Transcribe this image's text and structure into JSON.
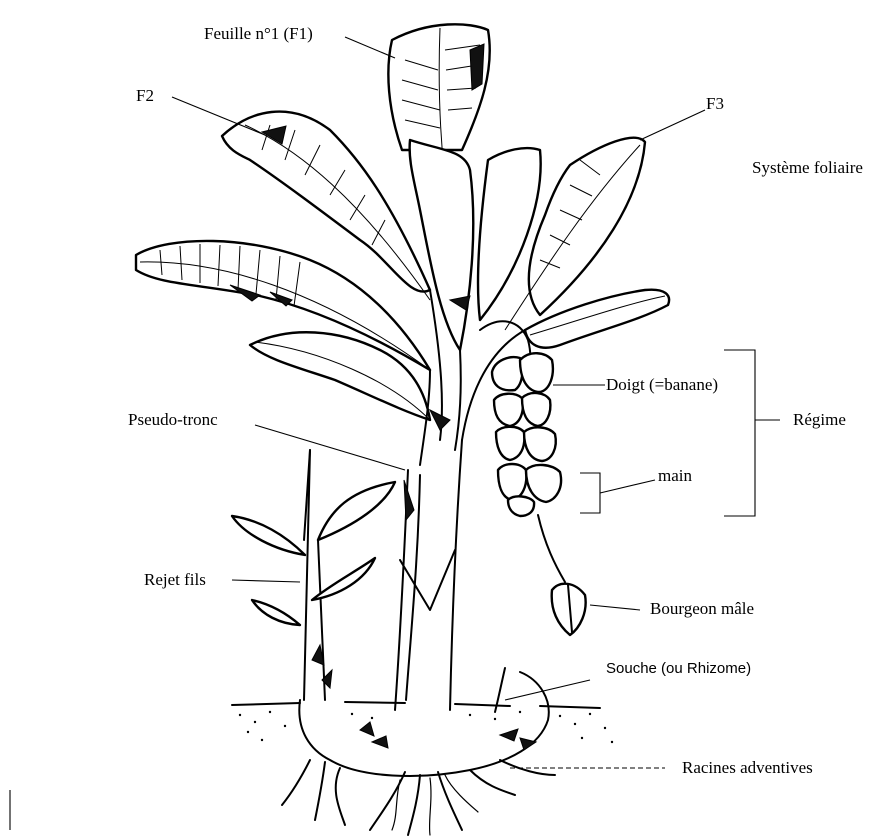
{
  "labels": {
    "f1": "Feuille n°1 (F1)",
    "f2": "F2",
    "f3": "F3",
    "systeme_foliaire": "Système foliaire",
    "doigt": "Doigt (=banane)",
    "regime": "Régime",
    "main": "main",
    "pseudo_tronc": "Pseudo-tronc",
    "rejet_fils": "Rejet fils",
    "bourgeon_male": "Bourgeon mâle",
    "souche": "Souche  (ou Rhizome)",
    "racines": "Racines adventives"
  }
}
